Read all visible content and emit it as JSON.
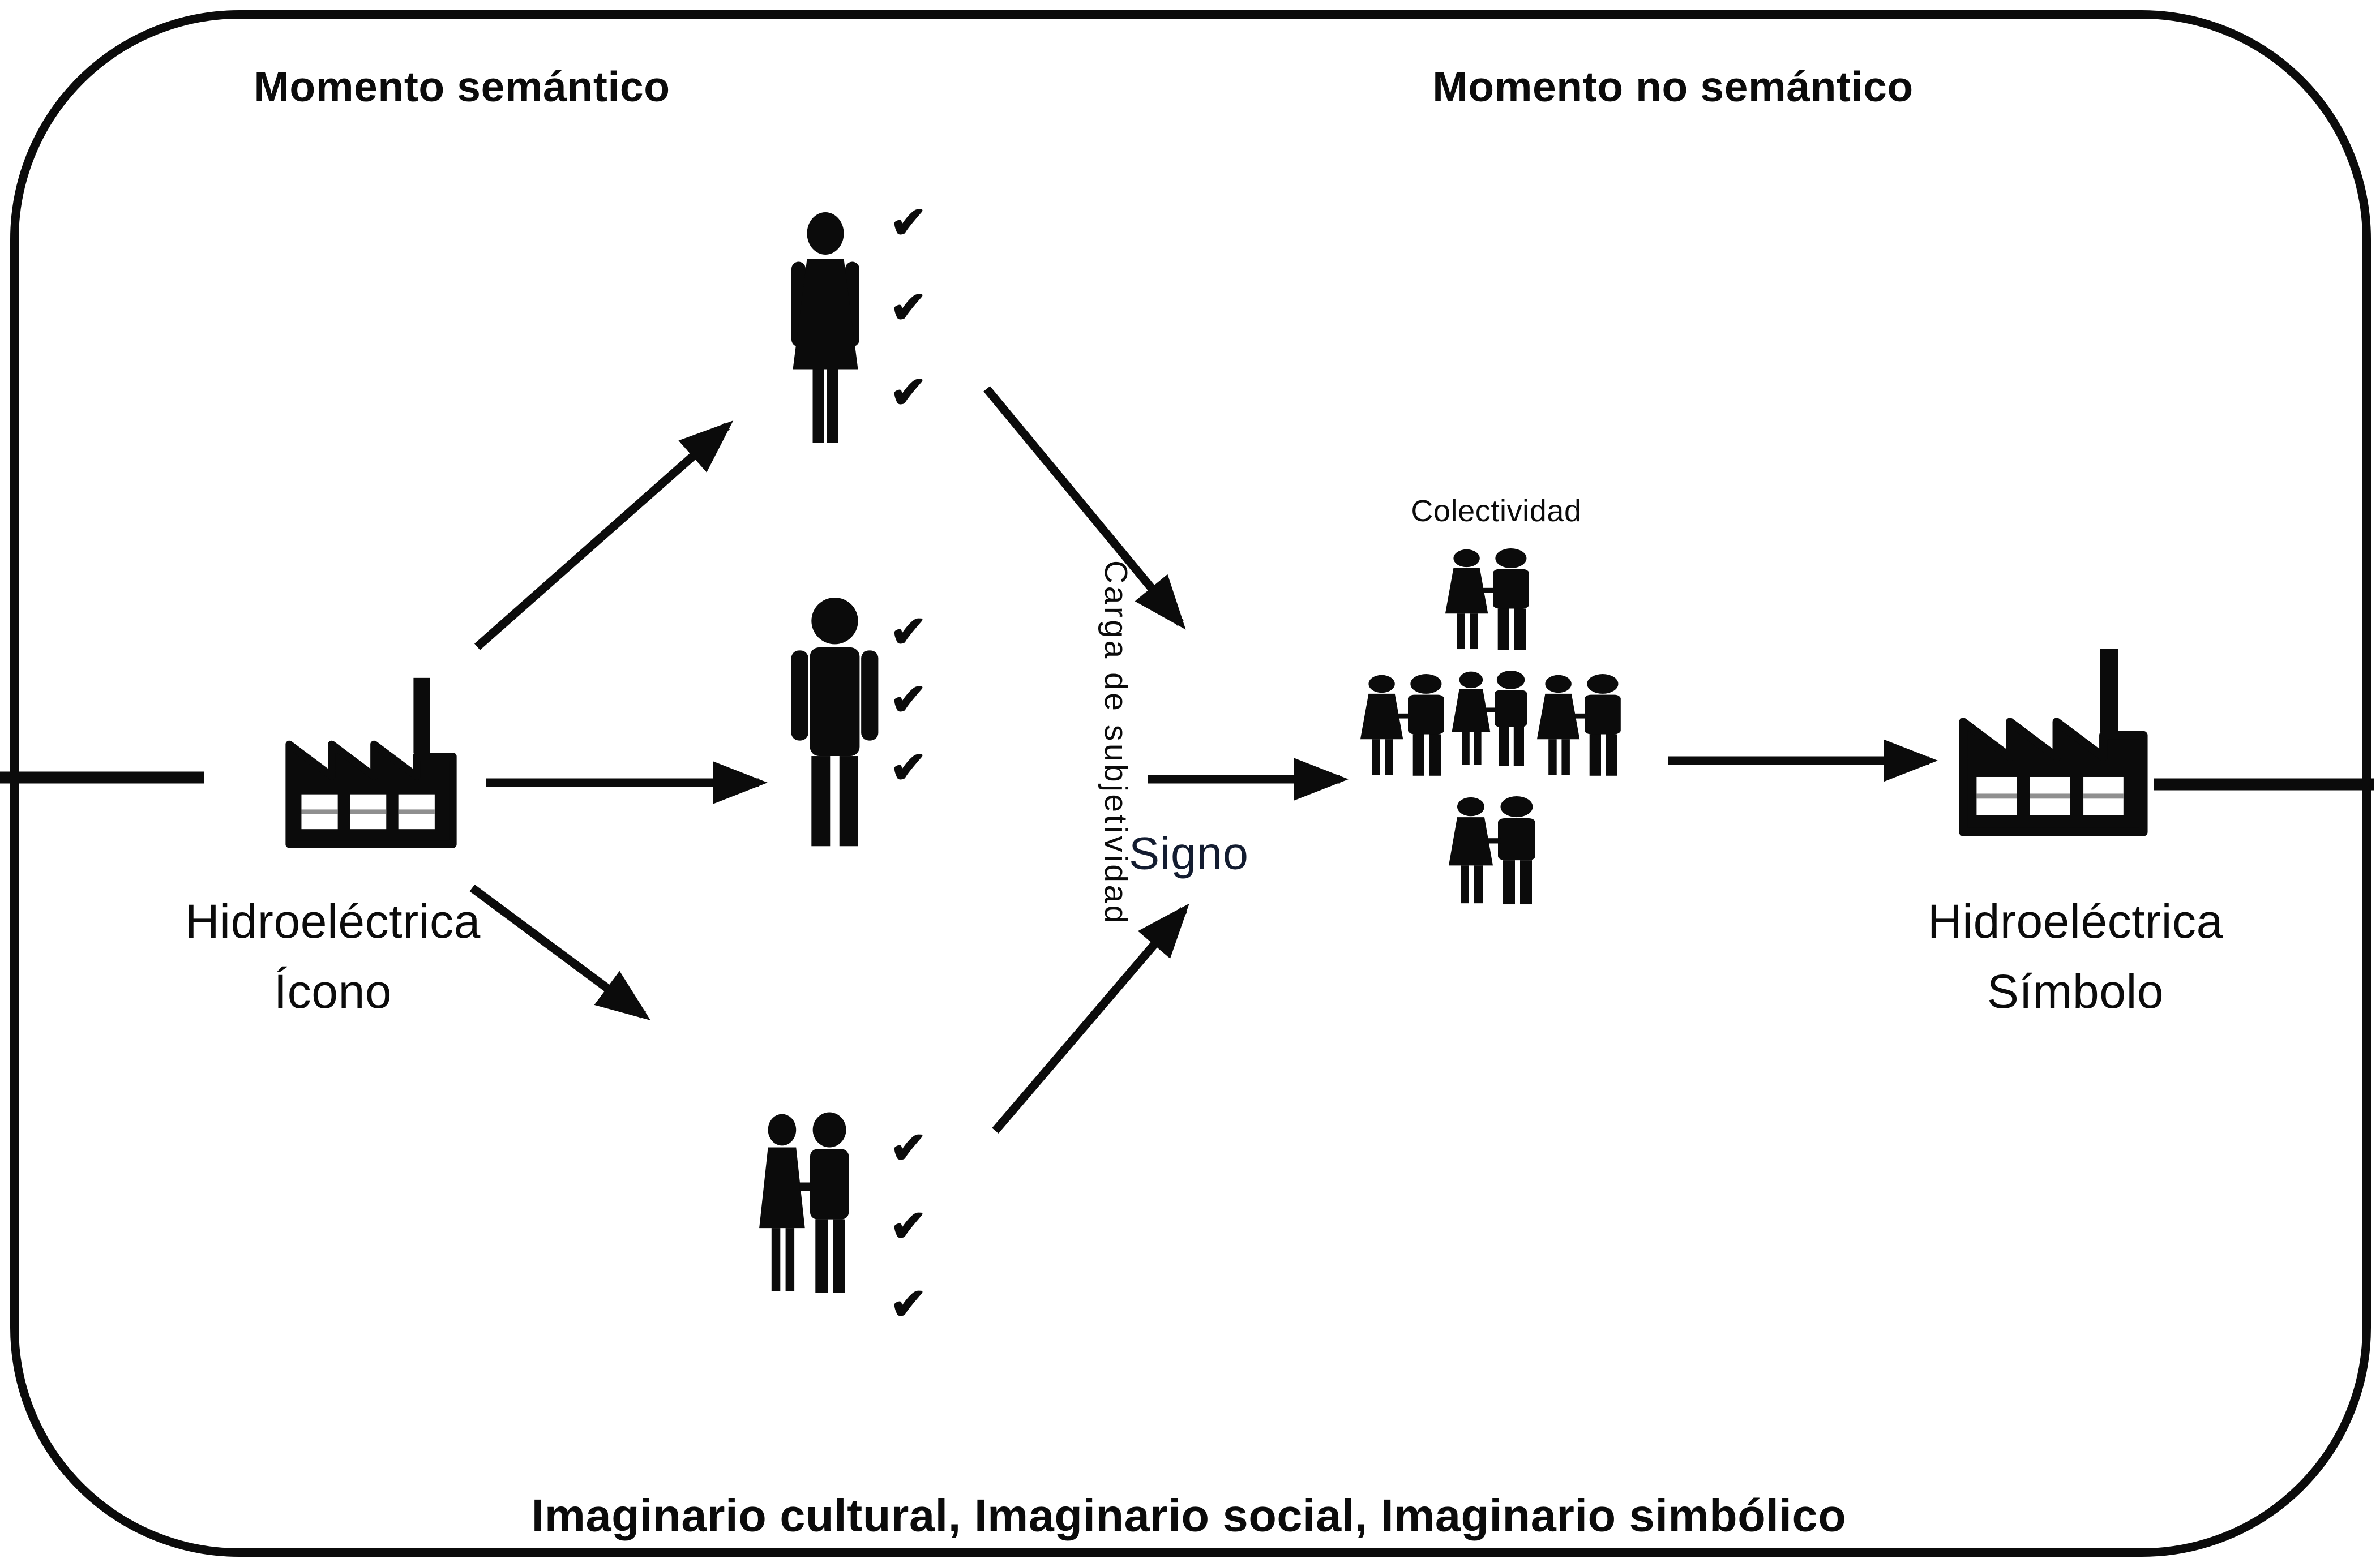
{
  "diagram": {
    "top_left_phase": "Momento semántico",
    "top_right_phase": "Momento no semántico",
    "bottom_caption": "Imaginario cultural, Imaginario social, Imaginario simbólico",
    "icon_node": {
      "line1": "Hidroeléctrica",
      "line2": "Ícono",
      "icon": "factory-icon"
    },
    "symbol_node": {
      "line1": "Hidroeléctrica",
      "line2": "Símbolo",
      "icon": "factory-icon"
    },
    "receivers": [
      {
        "icon": "woman-icon",
        "checks": 3
      },
      {
        "icon": "man-icon",
        "checks": 3
      },
      {
        "icon": "couple-icon",
        "checks": 3
      }
    ],
    "check_glyph": "✔",
    "subjectivity_label": "Carga de subjetividad",
    "sign_label": "Signo",
    "collectivity_label": "Colectividad",
    "collectivity_groups": 5,
    "connectors": [
      {
        "name": "left-border-to-icon",
        "arrowhead": false
      },
      {
        "name": "icon-to-woman",
        "arrowhead": true
      },
      {
        "name": "icon-to-man",
        "arrowhead": true
      },
      {
        "name": "icon-to-couple",
        "arrowhead": true
      },
      {
        "name": "woman-to-sign",
        "arrowhead": true
      },
      {
        "name": "couple-to-sign",
        "arrowhead": true
      },
      {
        "name": "sign-to-collectivity",
        "arrowhead": true
      },
      {
        "name": "collectivity-to-symbol",
        "arrowhead": true
      },
      {
        "name": "symbol-to-right-border",
        "arrowhead": false
      }
    ],
    "colors": {
      "ink": "#0b0b0b",
      "sign_text": "#131c30",
      "window_pane": "#ffffff",
      "window_divider": "#8f8f8f",
      "background": "#ffffff"
    }
  }
}
